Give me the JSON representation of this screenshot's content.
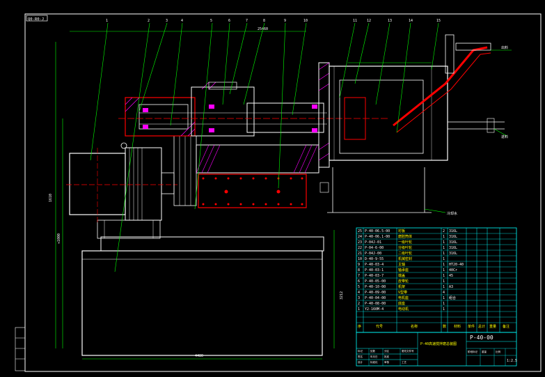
{
  "drawing": {
    "sheet_code": "Q0-R0-J",
    "number": "P-40-00",
    "title": "P-40高速搅拌磨总装图",
    "overall_width_dim": "4480",
    "top_dim": "25460",
    "height_dim": "1610",
    "height_dim2": "≈1000",
    "base_height_dim": "3212",
    "leader_numbers": [
      "1",
      "2",
      "3",
      "4",
      "5",
      "6",
      "7",
      "8",
      "9",
      "10",
      "11",
      "12",
      "13",
      "14",
      "15"
    ],
    "right_labels": [
      "出料",
      "进料",
      "冷却水"
    ]
  },
  "bom": {
    "rows": [
      {
        "no": "25",
        "code": "P-40-06.5-00",
        "name": "衬板",
        "qty": "2",
        "mat": "316L"
      },
      {
        "no": "24",
        "code": "P-40-06.1-00",
        "name": "磨腔筒体",
        "qty": "1",
        "mat": "316L"
      },
      {
        "no": "23",
        "code": "P-04J-01",
        "name": "一级叶轮",
        "qty": "1",
        "mat": "316L"
      },
      {
        "no": "22",
        "code": "P-04-6-00",
        "name": "分级叶轮",
        "qty": "1",
        "mat": "316L"
      },
      {
        "no": "21",
        "code": "P-04J-00",
        "name": "二级叶轮",
        "qty": "1",
        "mat": "316L"
      },
      {
        "no": "10",
        "code": "D-40-9-55",
        "name": "机械密封",
        "qty": "1",
        "mat": ""
      },
      {
        "no": "9",
        "code": "P-40-03-4",
        "name": "主轴",
        "qty": "1",
        "mat": "HT20-40"
      },
      {
        "no": "8",
        "code": "P-40-03-1",
        "name": "轴承座",
        "qty": "1",
        "mat": "40Cr"
      },
      {
        "no": "7",
        "code": "P-40-03-7",
        "name": "端盖",
        "qty": "1",
        "mat": "45"
      },
      {
        "no": "6",
        "code": "P-40-05-00",
        "name": "皮带轮",
        "qty": "1",
        "mat": ""
      },
      {
        "no": "5",
        "code": "P-40-10-00",
        "name": "机架",
        "qty": "1",
        "mat": "A3"
      },
      {
        "no": "4",
        "code": "P-40-09-00",
        "name": "V型带",
        "qty": "4",
        "mat": ""
      },
      {
        "no": "3",
        "code": "P-40-04-00",
        "name": "电机座",
        "qty": "1",
        "mat": "组合"
      },
      {
        "no": "2",
        "code": "P-40-08-00",
        "name": "底座",
        "qty": "1",
        "mat": ""
      },
      {
        "no": "1",
        "code": "Y2-160M-4",
        "name": "电动机",
        "qty": "1",
        "mat": ""
      }
    ],
    "header": [
      "序",
      "代号",
      "名称",
      "数",
      "材料",
      "单件",
      "总计",
      "重量",
      "备注"
    ]
  },
  "title_block": {
    "drawing_no": "P-40-00",
    "name": "P-40高速搅拌磨总装图",
    "scale": "1:2.5",
    "cells": [
      "标记",
      "处数",
      "分区",
      "更改文件号",
      "签名",
      "年月日",
      "设计",
      "标准化",
      "审核",
      "工艺",
      "批准",
      "阶段标记",
      "重量",
      "比例"
    ]
  },
  "colors": {
    "bg": "#000000",
    "frame": "#ffffff",
    "leader": "#00ff00",
    "section": "#ff0000",
    "outline": "#ffffff",
    "hatch": "#ff00ff",
    "table": "#00ffff",
    "text": "#ffffff"
  }
}
